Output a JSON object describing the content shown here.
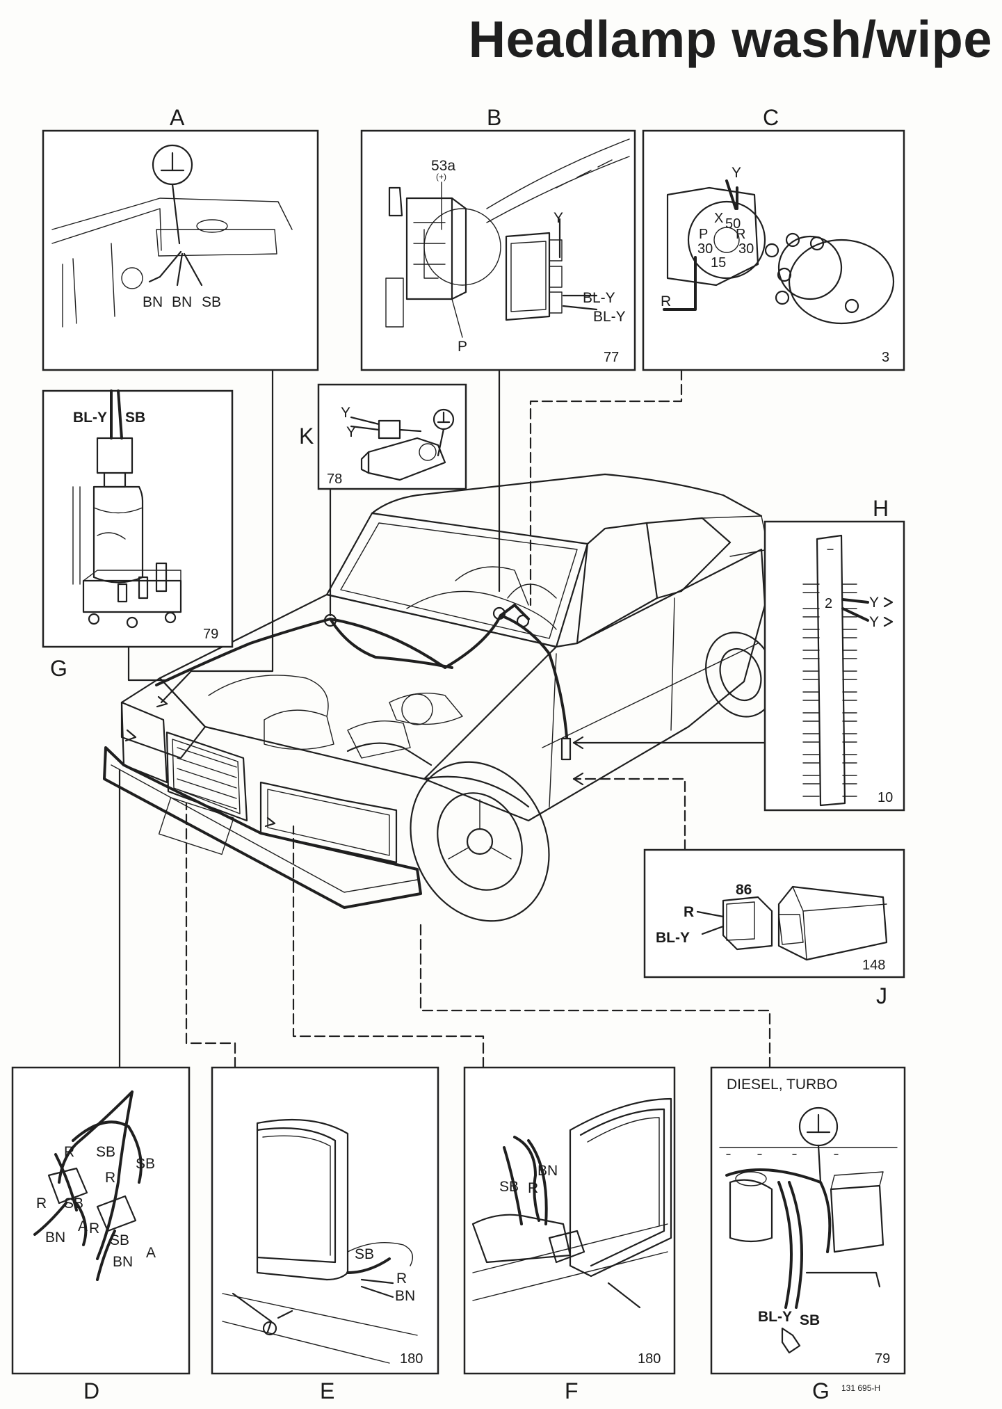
{
  "title": "Headlamp wash/wipe",
  "panels": {
    "A": {
      "letter": "A",
      "wires": [
        "BN",
        "BN",
        "SB"
      ]
    },
    "B": {
      "letter": "B",
      "component": "77",
      "terminal_top": "53a",
      "terminal_sign": "(+)",
      "terminal_p": "P",
      "wires": [
        "Y",
        "BL-Y",
        "BL-Y"
      ]
    },
    "C": {
      "letter": "C",
      "component": "3",
      "wires": [
        "Y",
        "R"
      ],
      "terminals": [
        "X",
        "50",
        "P",
        "R",
        "30",
        "30",
        "15"
      ]
    },
    "G_top": {
      "letter": "G",
      "component": "79",
      "wires": [
        "BL-Y",
        "SB"
      ]
    },
    "K": {
      "letter": "K",
      "component": "78",
      "wires": [
        "Y",
        "Y"
      ]
    },
    "H": {
      "letter": "H",
      "component": "10",
      "pin": "2",
      "wires": [
        "Y",
        "Y"
      ]
    },
    "J": {
      "letter": "J",
      "component": "148",
      "terminal": "86",
      "wires": [
        "R",
        "BL-Y"
      ]
    },
    "D": {
      "letter": "D",
      "wires": [
        "R",
        "SB",
        "SB",
        "R",
        "R",
        "SB",
        "BN",
        "A",
        "R",
        "SB",
        "BN",
        "A"
      ]
    },
    "E": {
      "letter": "E",
      "component": "180",
      "wires": [
        "SB",
        "R",
        "BN"
      ]
    },
    "F": {
      "letter": "F",
      "component": "180",
      "wires": [
        "BN",
        "SB",
        "R"
      ]
    },
    "G_bottom": {
      "letter": "G",
      "component": "79",
      "heading": "DIESEL, TURBO",
      "wires": [
        "BL-Y",
        "SB"
      ]
    }
  },
  "figure_code": "131 695-H"
}
